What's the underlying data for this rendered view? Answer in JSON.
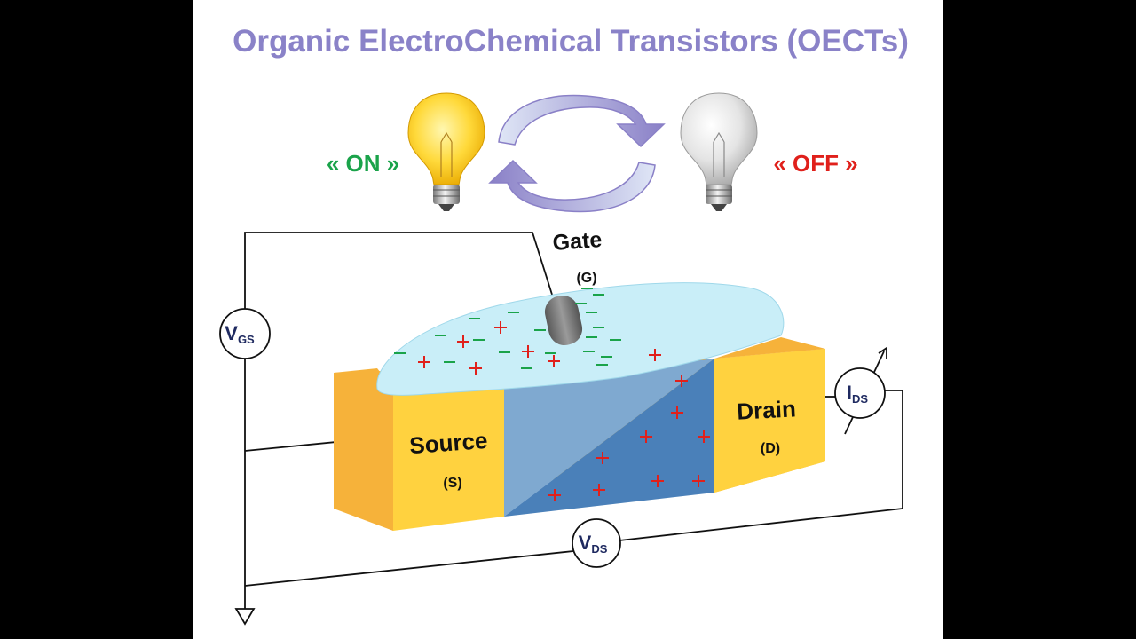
{
  "slide": {
    "title": "Organic ElectroChemical Transistors (OECTs)"
  },
  "states": {
    "on": {
      "label": "« ON »",
      "color": "#1aa34a"
    },
    "off": {
      "label": "« OFF »",
      "color": "#e0201b"
    }
  },
  "device": {
    "gate": {
      "label": "Gate",
      "abbr": "(G)"
    },
    "source": {
      "label": "Source",
      "abbr": "(S)"
    },
    "drain": {
      "label": "Drain",
      "abbr": "(D)"
    }
  },
  "meters": {
    "vgs": {
      "main": "V",
      "sub": "GS"
    },
    "ids": {
      "main": "I",
      "sub": "DS"
    },
    "vds": {
      "main": "V",
      "sub": "DS"
    }
  },
  "colors": {
    "title": "#8a82c8",
    "electrode": "#ffd23f",
    "electrode_side": "#f6b23a",
    "channel": "#7fa9d0",
    "channel_doped": "#4a80b9",
    "electrolyte": "#c9eef8",
    "anion": "#1aa34a",
    "cation": "#e0201b",
    "arrows": "#8a80c7"
  }
}
